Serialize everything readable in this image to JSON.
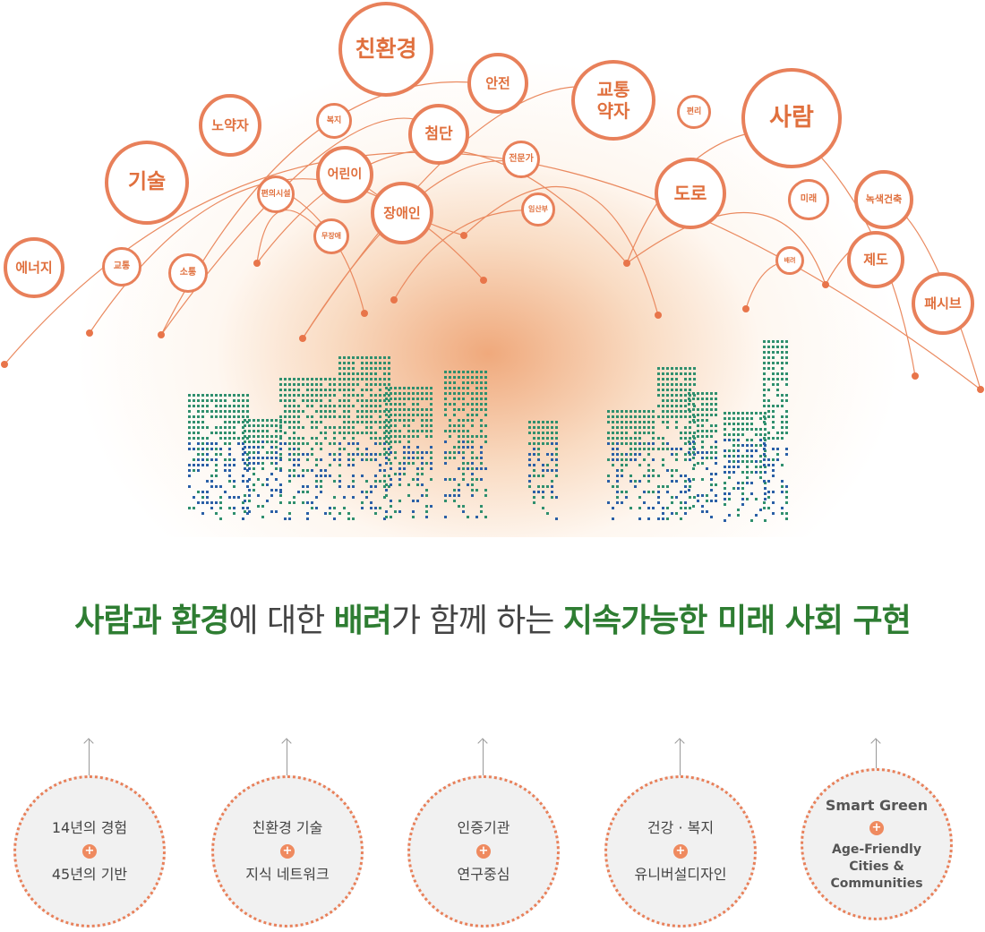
{
  "keywords": {
    "eco": "친환경",
    "safety": "안전",
    "transport_weak": "교통\n약자",
    "people": "사람",
    "elderly": "노약자",
    "welfare": "복지",
    "advanced": "첨단",
    "convenience": "편리",
    "technology": "기술",
    "children": "어린이",
    "expert": "전문가",
    "road": "도로",
    "future": "미래",
    "green_building": "녹색건축",
    "energy": "에너지",
    "traffic": "교통",
    "communication": "소통",
    "facilities": "편의시설",
    "barrier_free": "무장애",
    "disabled": "장애인",
    "pregnant": "임산부",
    "consideration": "배려",
    "system": "제도",
    "passive": "패시브"
  },
  "slogan": {
    "part1": "사람과 환경",
    "part2": "에 대한 ",
    "part3": "배려",
    "part4": "가 함께 하는 ",
    "part5": "지속가능한 미래 사회 구현"
  },
  "pillars": [
    {
      "line1": "14년의 경험",
      "plus": "+",
      "line2": "45년의 기반"
    },
    {
      "line1": "친환경 기술",
      "plus": "+",
      "line2": "지식 네트워크"
    },
    {
      "line1": "인증기관",
      "plus": "+",
      "line2": "연구중심"
    },
    {
      "line1": "건강 · 복지",
      "plus": "+",
      "line2": "유니버설디자인"
    },
    {
      "line1": "Smart Green",
      "plus": "+",
      "line2": "Age-Friendly Cities & Communities"
    }
  ],
  "colors": {
    "accent": "#e8805a",
    "green": "#2e7d32",
    "city_green": "#2f8f6e",
    "city_blue": "#2a5fa6"
  }
}
